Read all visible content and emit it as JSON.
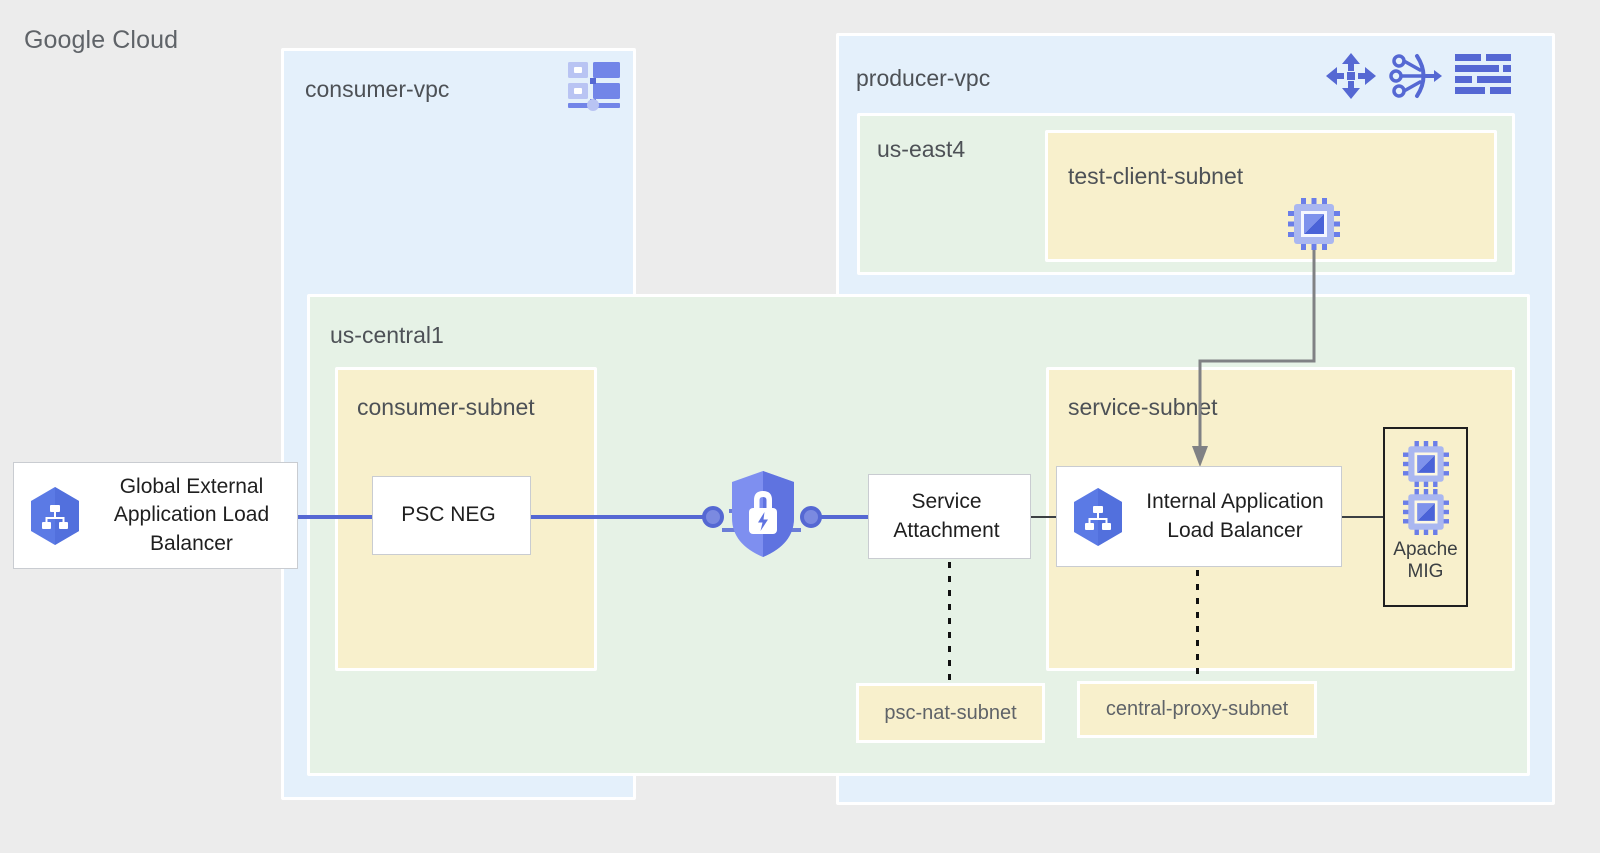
{
  "diagram": {
    "cloud_label": "Google Cloud",
    "containers": {
      "consumer_vpc": "consumer-vpc",
      "producer_vpc": "producer-vpc",
      "us_east4": "us-east4",
      "us_central1": "us-central1",
      "consumer_subnet": "consumer-subnet",
      "service_subnet": "service-subnet",
      "test_client_subnet": "test-client-subnet"
    },
    "nodes": {
      "global_lb": "Global External Application Load Balancer",
      "psc_neg": "PSC NEG",
      "service_attachment": "Service Attachment",
      "internal_lb": "Internal Application Load Balancer",
      "apache_mig": "Apache MIG",
      "psc_nat_subnet": "psc-nat-subnet",
      "central_proxy_subnet": "central-proxy-subnet"
    },
    "icons": {
      "vpc_network": "vpc-network-icon",
      "traffic_director": "traffic-director-icon",
      "service_directory": "service-directory-icon",
      "subnet_list": "subnet-list-icon",
      "vm_instance": "vm-instance-icon",
      "load_balancer": "load-balancer-icon",
      "private_service_connect": "private-service-connect-shield-lock-icon"
    },
    "colors": {
      "background": "#ececec",
      "vpc": "#e4f0fb",
      "region": "#e6f2e6",
      "subnet": "#f8f0cc",
      "accent_blue": "#5568d3",
      "icon_blue": "#6b7ee8",
      "arrow_gray": "#808184",
      "text": "#3c4043"
    }
  }
}
